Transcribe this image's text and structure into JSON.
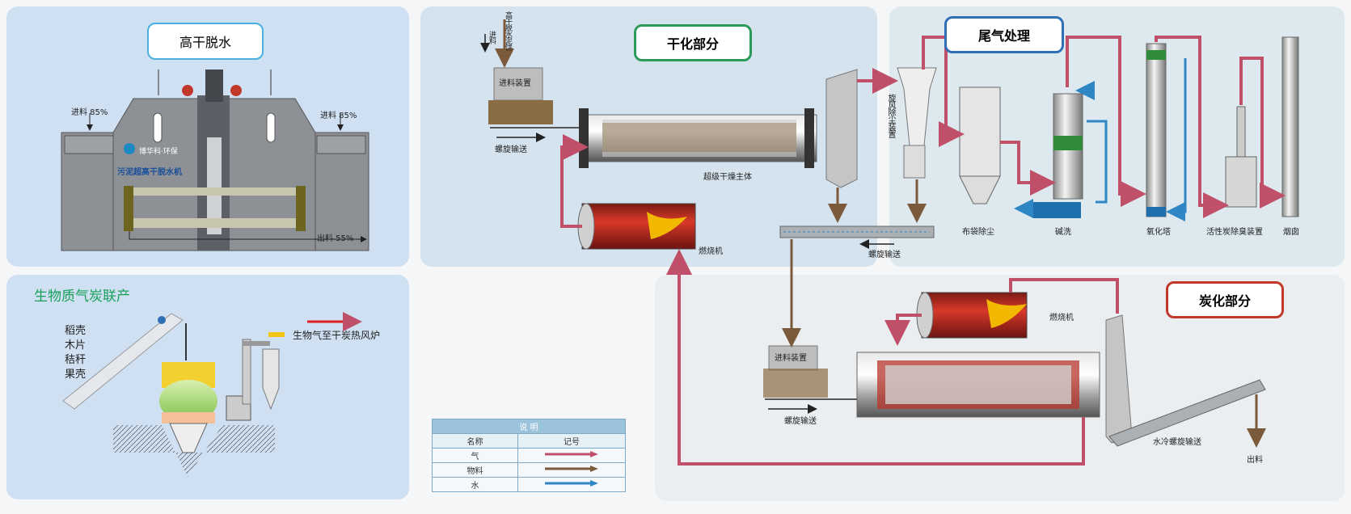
{
  "panels": {
    "high_dry": {
      "title": "高干脱水",
      "feed_left": "进料 85%",
      "feed_right": "进料 85%",
      "output": "出料 55%",
      "brand": "博华科·环保",
      "machine": "污泥超高干脱水机"
    },
    "biomass": {
      "title": "生物质气炭联产",
      "materials": [
        "稻壳",
        "木片",
        "秸秆",
        "果壳"
      ],
      "gas_note": "生物气至干炭热风炉"
    },
    "drying": {
      "title": "干化部分",
      "cake": "高干脱水泥饼",
      "feed": "进料",
      "feeder": "进料装置",
      "screw1": "螺旋输送",
      "dryer": "超级干燥主体",
      "burner": "燃烧机",
      "cyclone": "旋风除尘装置",
      "screw2": "螺旋输送"
    },
    "tail_gas": {
      "title": "尾气处理",
      "units": [
        "布袋除尘",
        "碱洗",
        "氧化塔",
        "活性炭除臭装置",
        "烟囱"
      ]
    },
    "carbonization": {
      "title": "炭化部分",
      "burner": "燃烧机",
      "feeder": "进料装置",
      "screw": "螺旋输送",
      "cool_screw": "水冷螺旋输送",
      "output": "出料"
    }
  },
  "legend": {
    "header": "说 明",
    "col_name": "名称",
    "col_symbol": "记号",
    "rows": [
      {
        "name": "气",
        "color": "#c0506a"
      },
      {
        "name": "物料",
        "color": "#7a5a3a"
      },
      {
        "name": "水",
        "color": "#2f86c4"
      }
    ]
  },
  "colors": {
    "gas": "#c0506a",
    "material": "#7a5a3a",
    "water": "#2f86c4",
    "dry_border": "#2e9a5a",
    "tail_border": "#2f6fb5",
    "carb_border": "#c0392b",
    "panel_blue": "#cfe0f2"
  }
}
